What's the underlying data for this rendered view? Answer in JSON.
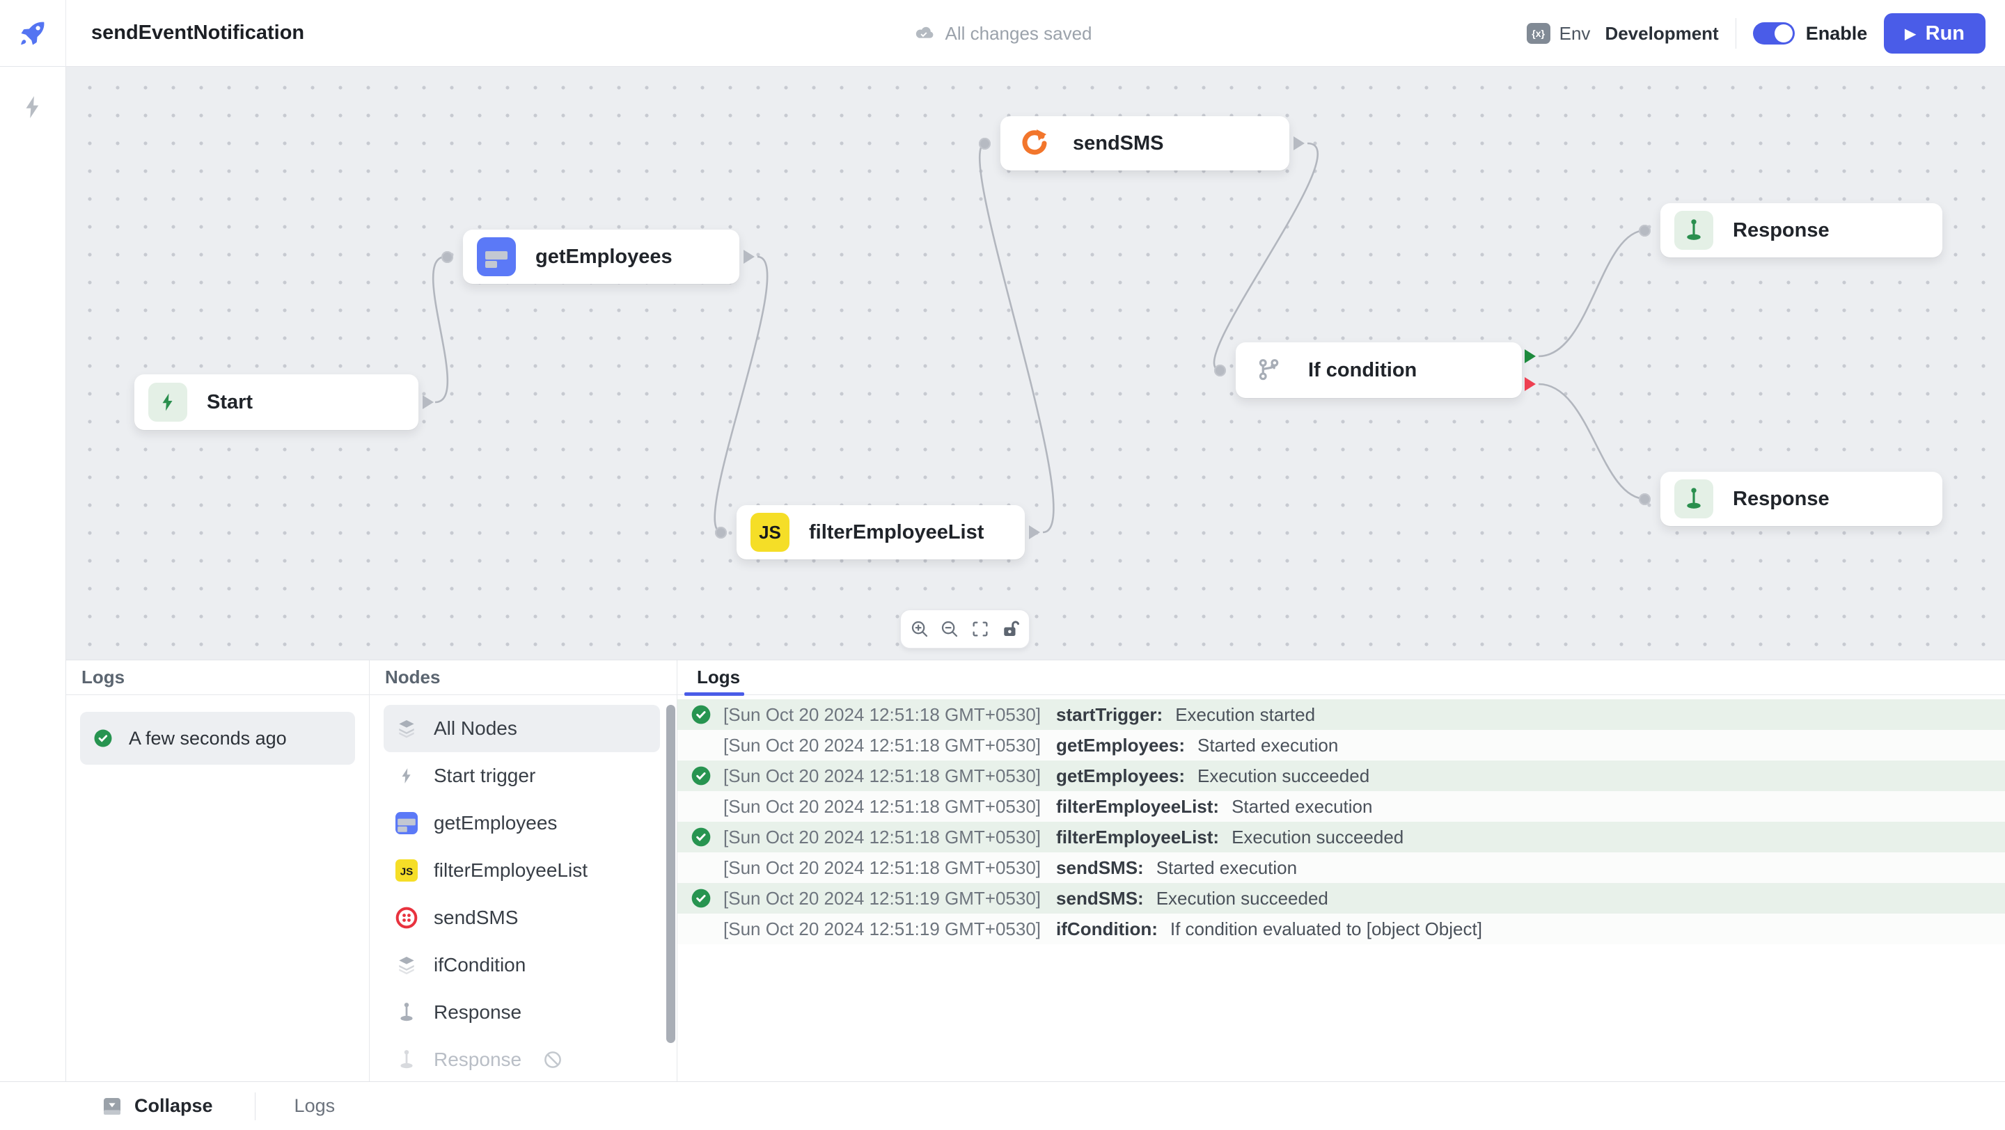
{
  "header": {
    "title": "sendEventNotification",
    "autosave": "All changes saved",
    "env_label": "Env",
    "env_value": "Development",
    "env_icon_glyph": "{x}",
    "enable_label": "Enable",
    "run_label": "Run",
    "play_glyph": "▶"
  },
  "canvas": {
    "start": "Start",
    "get_employees": "getEmployees",
    "send_sms": "sendSMS",
    "filter_employee_list": "filterEmployeeList",
    "if_condition": "If condition",
    "response_top": "Response",
    "response_bottom": "Response",
    "js_badge": "JS"
  },
  "zoom_toolbar": {
    "icons": [
      "zoom-in",
      "zoom-out",
      "fit-view",
      "lock"
    ]
  },
  "panel": {
    "runs": {
      "header": "Logs",
      "selected_run": "A few seconds ago"
    },
    "nodes": {
      "header": "Nodes",
      "items": [
        {
          "label": "All Nodes",
          "icon": "layers"
        },
        {
          "label": "Start trigger",
          "icon": "bolt"
        },
        {
          "label": "getEmployees",
          "icon": "table"
        },
        {
          "label": "filterEmployeeList",
          "icon": "js"
        },
        {
          "label": "sendSMS",
          "icon": "twilio"
        },
        {
          "label": "ifCondition",
          "icon": "layers"
        },
        {
          "label": "Response",
          "icon": "pin"
        },
        {
          "label": "Response",
          "icon": "pin-disabled"
        }
      ]
    },
    "logs": {
      "tab": "Logs",
      "entries": [
        {
          "time": "[Sun Oct 20 2024 12:51:18 GMT+0530]",
          "node": "startTrigger:",
          "message": "Execution started",
          "success": true
        },
        {
          "time": "[Sun Oct 20 2024 12:51:18 GMT+0530]",
          "node": "getEmployees:",
          "message": "Started execution",
          "success": false
        },
        {
          "time": "[Sun Oct 20 2024 12:51:18 GMT+0530]",
          "node": "getEmployees:",
          "message": "Execution succeeded",
          "success": true
        },
        {
          "time": "[Sun Oct 20 2024 12:51:18 GMT+0530]",
          "node": "filterEmployeeList:",
          "message": "Started execution",
          "success": false
        },
        {
          "time": "[Sun Oct 20 2024 12:51:18 GMT+0530]",
          "node": "filterEmployeeList:",
          "message": "Execution succeeded",
          "success": true
        },
        {
          "time": "[Sun Oct 20 2024 12:51:18 GMT+0530]",
          "node": "sendSMS:",
          "message": "Started execution",
          "success": false
        },
        {
          "time": "[Sun Oct 20 2024 12:51:19 GMT+0530]",
          "node": "sendSMS:",
          "message": "Execution succeeded",
          "success": true
        },
        {
          "time": "[Sun Oct 20 2024 12:51:19 GMT+0530]",
          "node": "ifCondition:",
          "message": "If condition evaluated to [object Object]",
          "success": false
        }
      ]
    }
  },
  "footer": {
    "collapse": "Collapse",
    "logs": "Logs"
  },
  "colors": {
    "accent": "#4a5ce8",
    "rocket_blue": "#5474f2",
    "success_green": "#279450",
    "row_green": "#e8f1ea",
    "error_red": "#ee4052",
    "branch_green": "#1d8a3d",
    "twilio_red": "#e8323e",
    "js_yellow": "#f5de27",
    "sms_orange": "#f2762c",
    "canvas_bg": "#eceef1"
  }
}
